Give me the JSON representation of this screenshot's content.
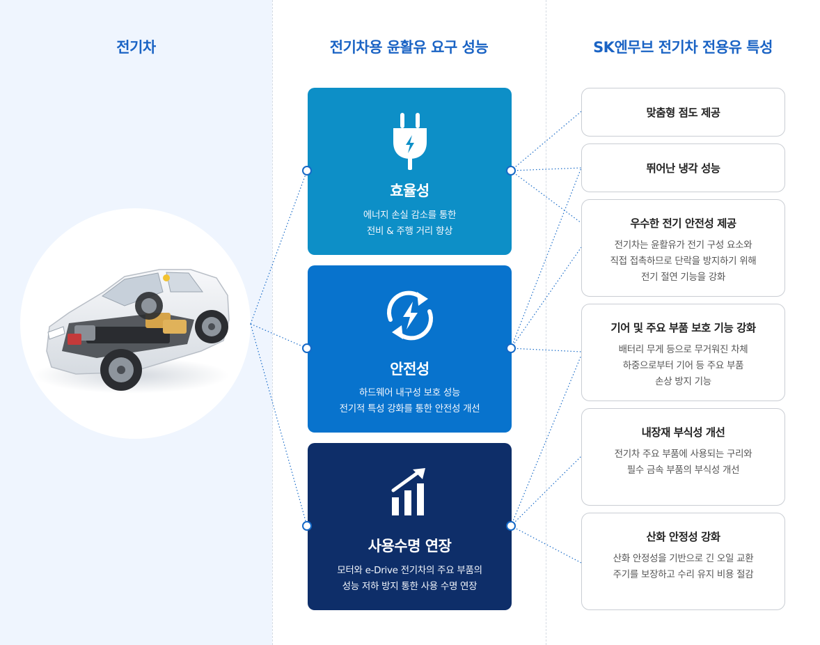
{
  "columns": {
    "ev": "전기차",
    "requirements": "전기차용 윤활유 요구 성능",
    "features": "SK엔무브 전기차 전용유 특성"
  },
  "requirements": [
    {
      "title": "효율성",
      "desc_1": "에너지 손실 감소를 통한",
      "desc_2": "전비 & 주행 거리 향상",
      "icon": "plug-icon",
      "color": "#0d8fc7"
    },
    {
      "title": "안전성",
      "desc_1": "하드웨어 내구성 보호 성능",
      "desc_2": "전기적 특성 강화를 통한 안전성 개선",
      "icon": "refresh-bolt-icon",
      "color": "#0873cd"
    },
    {
      "title": "사용수명 연장",
      "desc_1": "모터와 e-Drive 전기차의 주요 부품의",
      "desc_2": "성능 저하 방지 통한 사용 수명 연장",
      "icon": "growth-chart-icon",
      "color": "#0e2e69"
    }
  ],
  "features": [
    {
      "title": "맞춤형 점도 제공"
    },
    {
      "title": "뛰어난 냉각 성능"
    },
    {
      "title": "우수한 전기 안전성 제공",
      "desc_1": "전기차는 윤활유가 전기 구성 요소와",
      "desc_2": "직접 접촉하므로 단락을 방지하기 위해",
      "desc_3": "전기 절연 기능을 강화"
    },
    {
      "title": "기어 및 주요 부품 보호 기능 강화",
      "desc_1": "배터리 무게 등으로 무거워진 차체",
      "desc_2": "하중으로부터 기어 등 주요 부품",
      "desc_3": "손상 방지 기능"
    },
    {
      "title": "내장재 부식성 개선",
      "desc_1": "전기차 주요 부품에 사용되는 구리와",
      "desc_2": "필수 금속 부품의 부식성 개선"
    },
    {
      "title": "산화 안정성 강화",
      "desc_1": "산화 안정성을 기반으로 긴 오일 교환",
      "desc_2": "주기를 보장하고 수리 유지 비용 절감"
    }
  ],
  "colors": {
    "accent": "#1a63c4",
    "connector": "#1569c7",
    "left_bg": "#eff5fe"
  }
}
